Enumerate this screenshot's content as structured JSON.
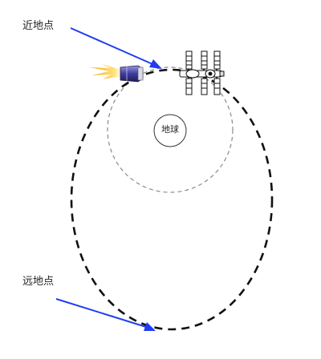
{
  "labels": {
    "perigee": "近地点",
    "apogee": "远地点",
    "earth": "地球"
  },
  "colors": {
    "arrow": "#1f3df0",
    "orbit": "#111111",
    "inner_orbit": "#8a8a8a",
    "flame": "#f4b417",
    "spacecraft_body": "#5b58b8"
  },
  "icons": [
    "spacecraft-icon",
    "space-station-icon",
    "earth-icon"
  ]
}
